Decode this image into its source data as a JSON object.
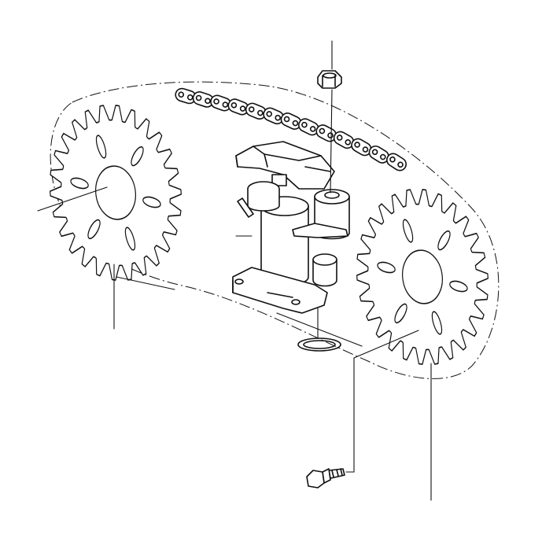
{
  "diagram": {
    "type": "exploded-parts-illustration",
    "line_color": "#111111",
    "background": "#ffffff",
    "parts": [
      {
        "id": "sprocket-left",
        "icon": "gear-icon"
      },
      {
        "id": "sprocket-right",
        "icon": "gear-icon"
      },
      {
        "id": "timing-chain",
        "icon": "chain-icon"
      },
      {
        "id": "chain-tensioner",
        "icon": "tensioner-icon"
      },
      {
        "id": "hex-nut",
        "icon": "nut-icon"
      },
      {
        "id": "flange-bolt",
        "icon": "bolt-icon"
      },
      {
        "id": "o-ring",
        "icon": "ring-icon"
      }
    ],
    "gears": [
      {
        "name": "sprocket-left",
        "teeth": 26
      },
      {
        "name": "sprocket-right",
        "teeth": 26
      }
    ]
  }
}
